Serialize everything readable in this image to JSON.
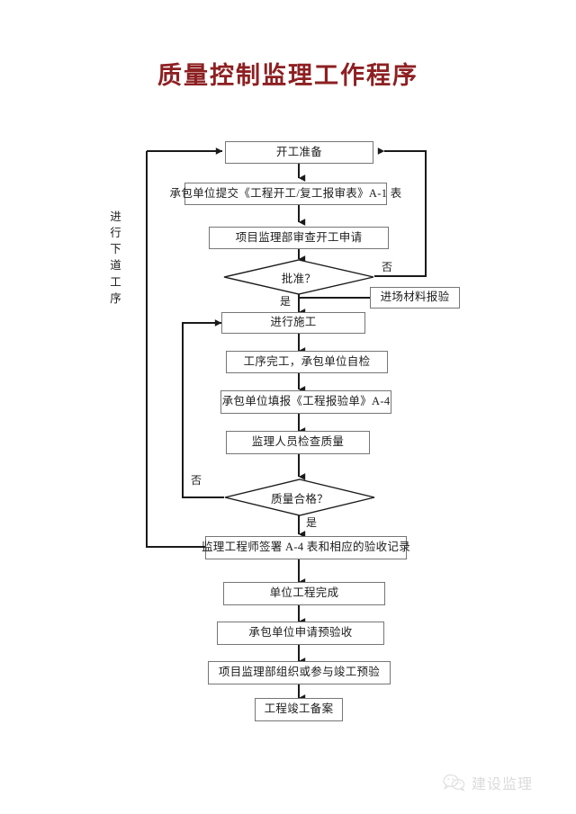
{
  "title": "质量控制监理工作程序",
  "title_color": "#8d2022",
  "side_caption": "进行下道工序",
  "nodes": [
    {
      "id": "start",
      "label": "开工准备",
      "type": "process"
    },
    {
      "id": "submit_a1",
      "label": "承包单位提交《工程开工/复工报审表》A-1 表",
      "type": "process"
    },
    {
      "id": "review",
      "label": "项目监理部审查开工申请",
      "type": "process"
    },
    {
      "id": "approve",
      "label": "批准？",
      "type": "decision"
    },
    {
      "id": "material",
      "label": "进场材料报验",
      "type": "process"
    },
    {
      "id": "construct",
      "label": "进行施工",
      "type": "process"
    },
    {
      "id": "selfcheck",
      "label": "工序完工，承包单位自检",
      "type": "process"
    },
    {
      "id": "fill_a4",
      "label": "承包单位填报《工程报验单》A-4",
      "type": "process"
    },
    {
      "id": "inspect",
      "label": "监理人员检查质量",
      "type": "process"
    },
    {
      "id": "qualified",
      "label": "质量合格？",
      "type": "decision"
    },
    {
      "id": "sign_a4",
      "label": "监理工程师签署 A-4 表和相应的验收记录",
      "type": "process"
    },
    {
      "id": "unit_done",
      "label": "单位工程完成",
      "type": "process"
    },
    {
      "id": "apply_pre",
      "label": "承包单位申请预验收",
      "type": "process"
    },
    {
      "id": "org_pre",
      "label": "项目监理部组织或参与竣工预验",
      "type": "process"
    },
    {
      "id": "filing",
      "label": "工程竣工备案",
      "type": "process"
    }
  ],
  "edge_labels": {
    "approve_no": "否",
    "approve_yes": "是",
    "qualified_no": "否",
    "qualified_yes": "是"
  },
  "watermark": {
    "text": "建设监理",
    "icon": "wechat-icon"
  },
  "colors": {
    "box_border": "#767676",
    "line": "#1a1a1a",
    "text": "#1c1c1c"
  }
}
